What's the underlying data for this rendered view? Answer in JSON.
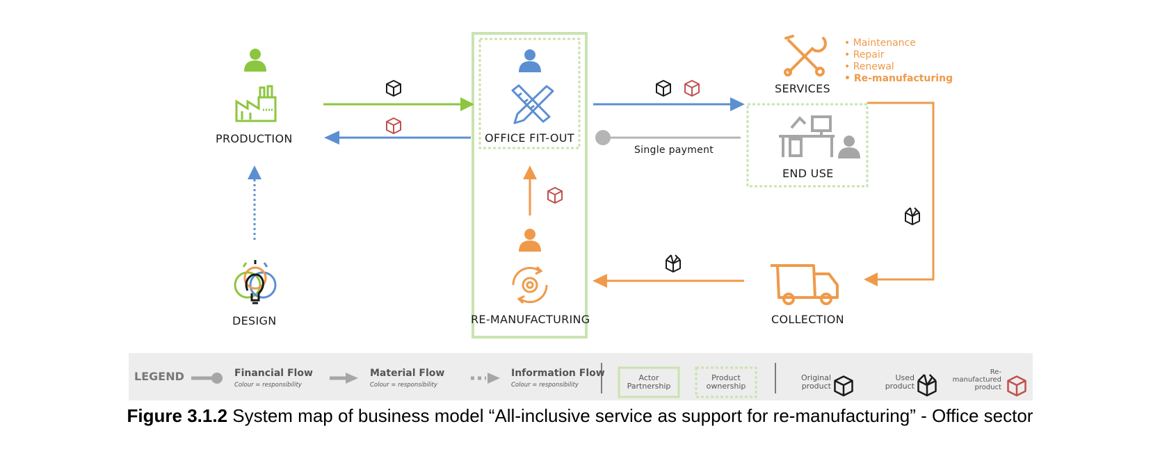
{
  "nodes": {
    "production": "PRODUCTION",
    "office_fitout": "OFFICE FIT-OUT",
    "services": "SERVICES",
    "end_use": "END USE",
    "design": "DESIGN",
    "remanufacturing": "RE-MANUFACTURING",
    "collection": "COLLECTION"
  },
  "services_list": [
    "• Maintenance",
    "• Repair",
    "• Renewal",
    "• Re-manufacturing"
  ],
  "flow_labels": {
    "single_payment": "Single payment"
  },
  "legend": {
    "title": "LEGEND",
    "financial_flow": "Financial Flow",
    "material_flow": "Material Flow",
    "information_flow": "Information Flow",
    "colour_note": "Colour = responsibility",
    "actor_partnership": [
      "Actor",
      "Partnership"
    ],
    "product_ownership": [
      "Product",
      "ownership"
    ],
    "original_product": [
      "Original",
      "product"
    ],
    "used_product": [
      "Used",
      "product"
    ],
    "remanufactured_product": [
      "Re-",
      "manufactured",
      "product"
    ]
  },
  "caption": {
    "prefix": "Figure 3.1.2",
    "text": " System map of business model “All-inclusive service as support for re-manufacturing” - Office sector"
  },
  "colors": {
    "green": "#8cc63f",
    "blue": "#5b8fd1",
    "orange": "#ef9a4a",
    "grey": "#b5b5b5",
    "red_box": "#c0504d",
    "black_box": "#1a1a1a",
    "pale_green": "#c9e3b0"
  },
  "icons": [
    "person-icon",
    "factory-icon",
    "ruler-pencil-icon",
    "tools-icon",
    "desk-icon",
    "lightbulb-icon",
    "gear-cycle-icon",
    "truck-icon",
    "box-icon"
  ]
}
